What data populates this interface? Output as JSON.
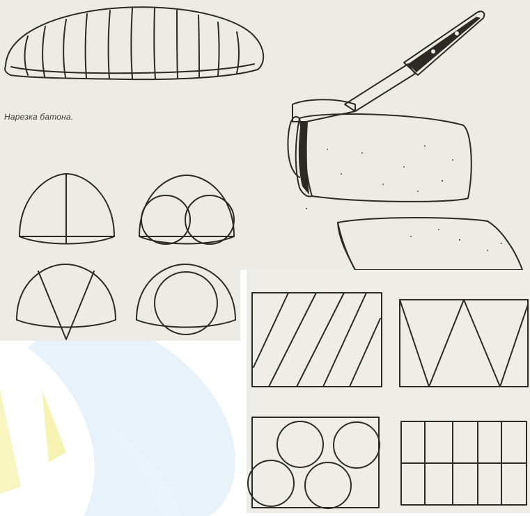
{
  "caption": "Нарезка батона.",
  "colors": {
    "paper": "#ecebe6",
    "ink": "#2b2a27",
    "decor_blue": "#dcecfb",
    "decor_yellow": "#f7f3b0"
  },
  "figures": {
    "baton": "baton-illustration",
    "knife_loaf": "knife-cutting-loaf-illustration",
    "round_cuts": "round-slice-cutting-diagrams",
    "rect_cuts": "rectangular-slice-cutting-diagrams"
  }
}
